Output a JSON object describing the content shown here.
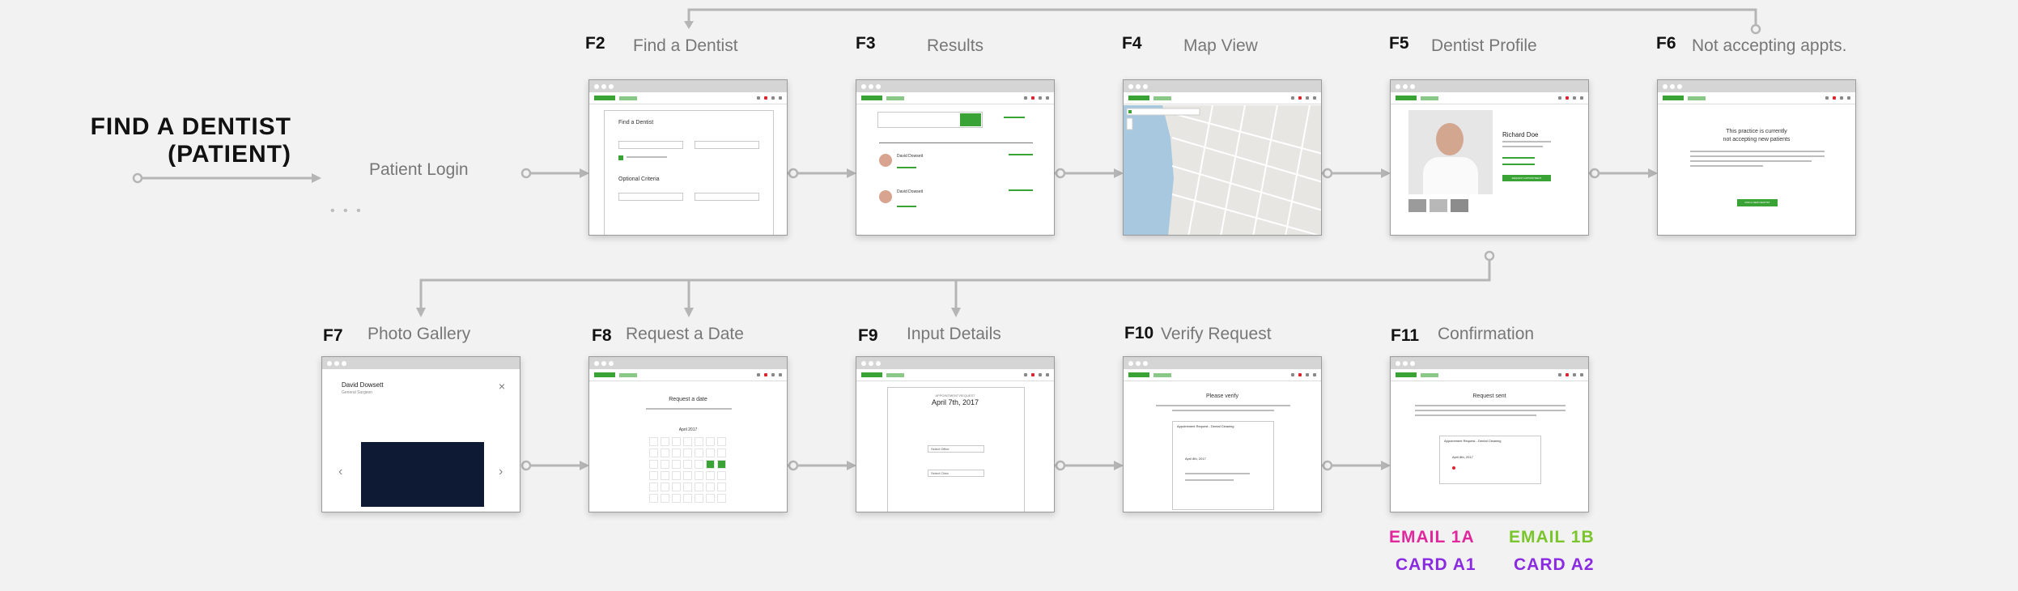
{
  "title": {
    "line1": "FIND A DENTIST",
    "line2": "(PATIENT)"
  },
  "start": {
    "label": "Patient Login",
    "dots": "• • •"
  },
  "frames": [
    {
      "code": "F2",
      "name": "Find a Dentist"
    },
    {
      "code": "F3",
      "name": "Results"
    },
    {
      "code": "F4",
      "name": "Map View"
    },
    {
      "code": "F5",
      "name": "Dentist Profile"
    },
    {
      "code": "F6",
      "name": "Not accepting appts."
    },
    {
      "code": "F7",
      "name": "Photo Gallery"
    },
    {
      "code": "F8",
      "name": "Request a Date"
    },
    {
      "code": "F9",
      "name": "Input Details"
    },
    {
      "code": "F10",
      "name": "Verify Request"
    },
    {
      "code": "F11",
      "name": "Confirmation"
    }
  ],
  "screens": {
    "f2": {
      "heading": "Find a Dentist",
      "section": "Optional Criteria"
    },
    "f3": {
      "dentist1": "David Dowsett",
      "dentist2": "David Dowsett"
    },
    "f5": {
      "name": "Richard Doe",
      "button": "REQUEST APPOINTMENT"
    },
    "f6": {
      "line1": "This practice is currently",
      "line2": "not accepting new patients",
      "button": "FIND A NEW DENTIST"
    },
    "f7": {
      "name": "David Dowsett",
      "role": "General Surgeon",
      "prev": "‹",
      "next": "›",
      "close": "×"
    },
    "f8": {
      "heading": "Request a date",
      "month": "April 2017"
    },
    "f9": {
      "sub": "APPOINTMENT REQUEST",
      "date": "April 7th, 2017",
      "select1": "Select Office",
      "select2": "Select Clinic"
    },
    "f10": {
      "heading": "Please verify",
      "card_title": "Appointment Request - Dental Cleaning",
      "date": "April 8th, 2017"
    },
    "f11": {
      "heading": "Request sent",
      "card_title": "Appointment Request - Dental Cleaning",
      "date": "April 8th, 2017"
    }
  },
  "tags": {
    "email1a": "EMAIL 1A",
    "email1b": "EMAIL 1B",
    "card_a1": "CARD A1",
    "card_a2": "CARD A2"
  },
  "colors": {
    "brand_green": "#3aa335",
    "magenta": "#e0279c",
    "lime": "#7ac52b",
    "purple": "#8a2be2",
    "connector": "#b5b5b5",
    "map_water": "#a8c8e0"
  }
}
